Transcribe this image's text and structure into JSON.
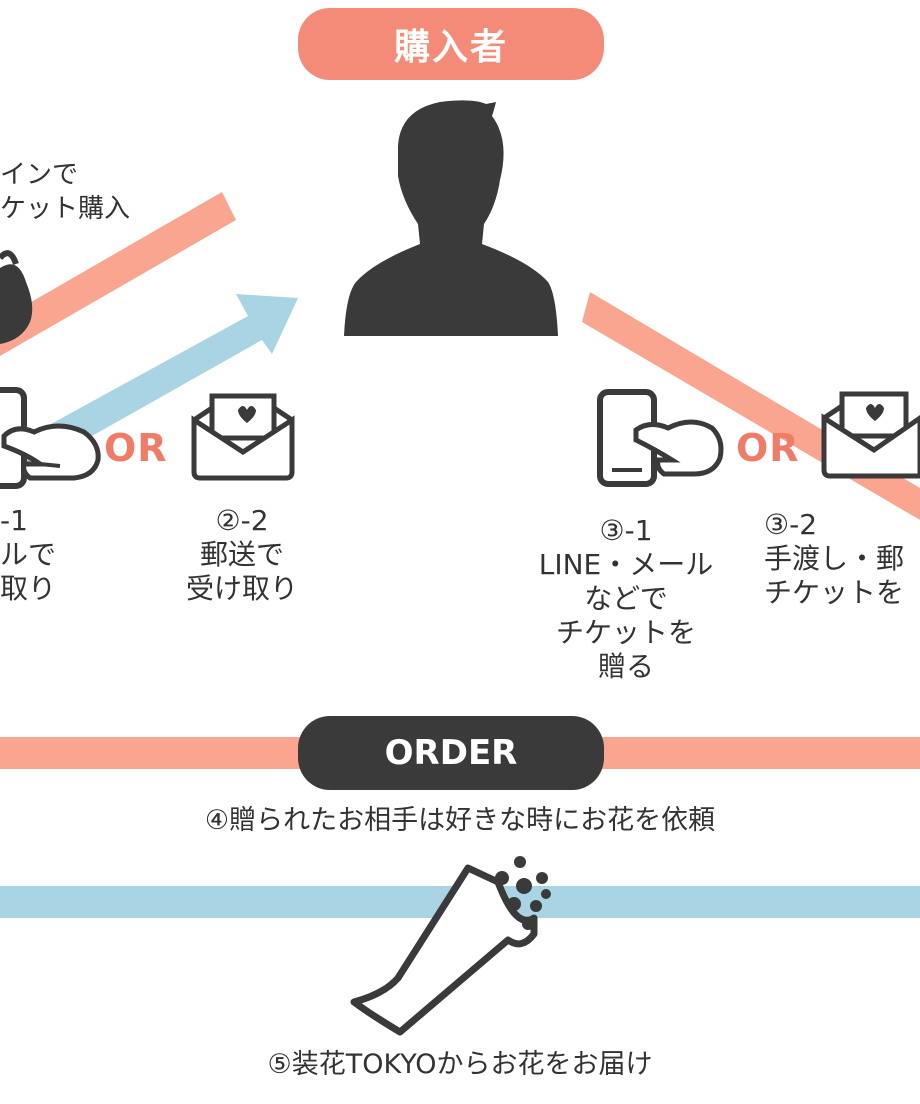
{
  "colors": {
    "salmon": "#f9a58f",
    "salmon_text": "#f07c68",
    "pill_salmon": "#f48a78",
    "blue": "#a9d4e4",
    "icon": "#3a3a3a",
    "text": "#333333"
  },
  "header": {
    "buyer_label": "購入者"
  },
  "left": {
    "online_label": "インで\nケット購入",
    "step_2_1": "-1\nルで\n取り",
    "step_2_2": "②-2\n郵送で\n受け取り"
  },
  "right": {
    "step_3_1": "③-1\nLINE・メール\nなどで\nチケットを\n贈る",
    "step_3_2": "③-2\n手渡し・郵\nチケットを"
  },
  "or_label": "OR",
  "order": {
    "pill_label": "ORDER",
    "step_4": "④贈られたお相手は好きな時にお花を依頼"
  },
  "delivery": {
    "step_5": "⑤装花TOKYOからお花をお届け"
  },
  "icons": [
    "person-icon",
    "smartphone-icon",
    "pointing-hand-icon",
    "envelope-heart-icon",
    "flower-bouquet-icon",
    "handbag-icon"
  ]
}
